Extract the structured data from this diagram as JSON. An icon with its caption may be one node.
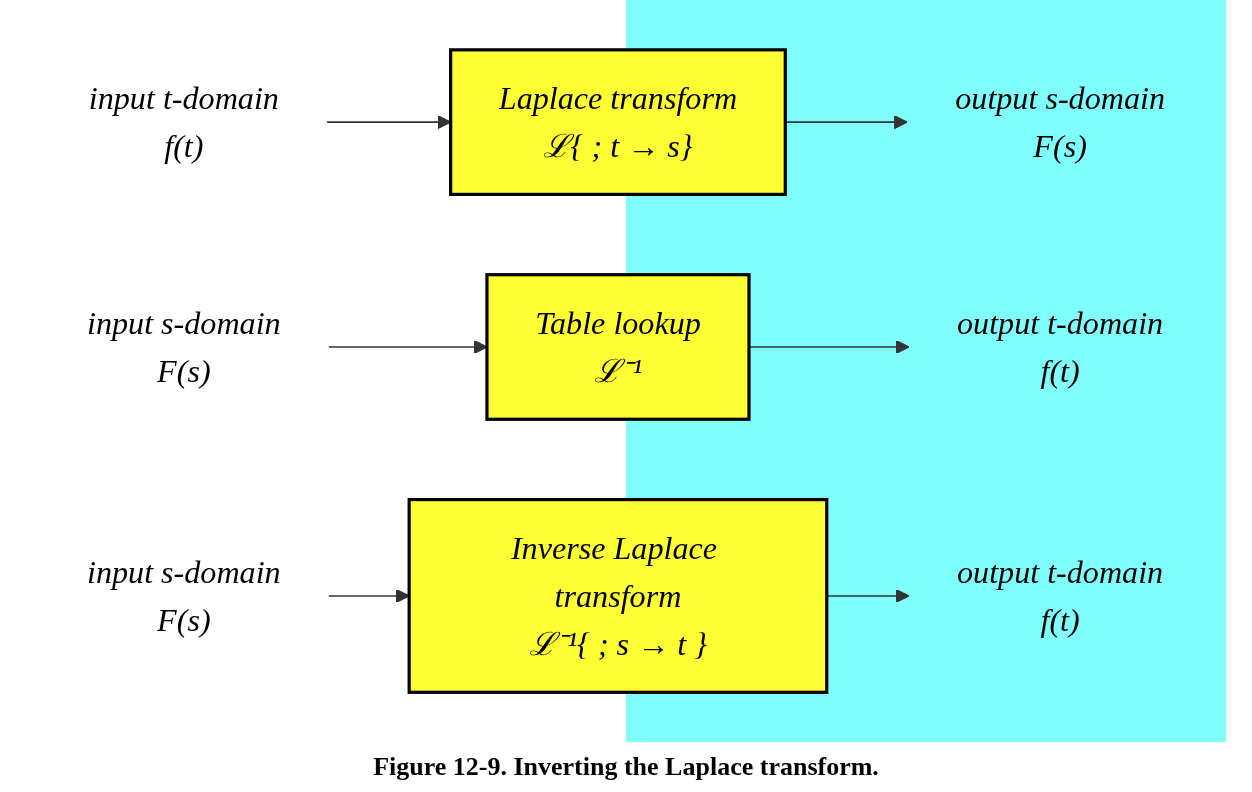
{
  "diagram": {
    "caption": "Figure 12-9. Inverting the Laplace transform.",
    "nodes": [
      {
        "text": [
          "Laplace transform",
          "ℒ{ ; t → s}"
        ]
      },
      {
        "text": [
          "f(t)"
        ],
        "beside": [
          "input t-domain"
        ]
      },
      {
        "text": [
          "F(s)"
        ],
        "beside": [
          "output s-domain"
        ]
      },
      {
        "text": [
          "Table lookup",
          "ℒ⁻¹"
        ]
      },
      {
        "text": [
          "f(t)"
        ],
        "beside": [
          "output t-domain"
        ]
      },
      {
        "text": [
          "F(s)"
        ],
        "beside": [
          "input s-domain"
        ]
      },
      {
        "text": [
          "Inverse Laplace transform",
          "ℒ⁻¹{ ; s → t }"
        ]
      },
      {
        "text": [
          "f(t)"
        ],
        "beside": [
          "output t-domain"
        ]
      },
      {
        "text": [
          "F(s)"
        ],
        "beside": [
          "input s-domain"
        ]
      }
    ],
    "edges": [
      {
        "from": 1,
        "to": 0,
        "arrow": "to"
      },
      {
        "from": 0,
        "to": 2,
        "arrow": "to"
      },
      {
        "from": 5,
        "to": 3,
        "arrow": "to"
      },
      {
        "from": 3,
        "to": 4,
        "arrow": "to"
      },
      {
        "from": 8,
        "to": 6,
        "arrow": "to"
      },
      {
        "from": 6,
        "to": 7,
        "arrow": "to"
      }
    ]
  }
}
